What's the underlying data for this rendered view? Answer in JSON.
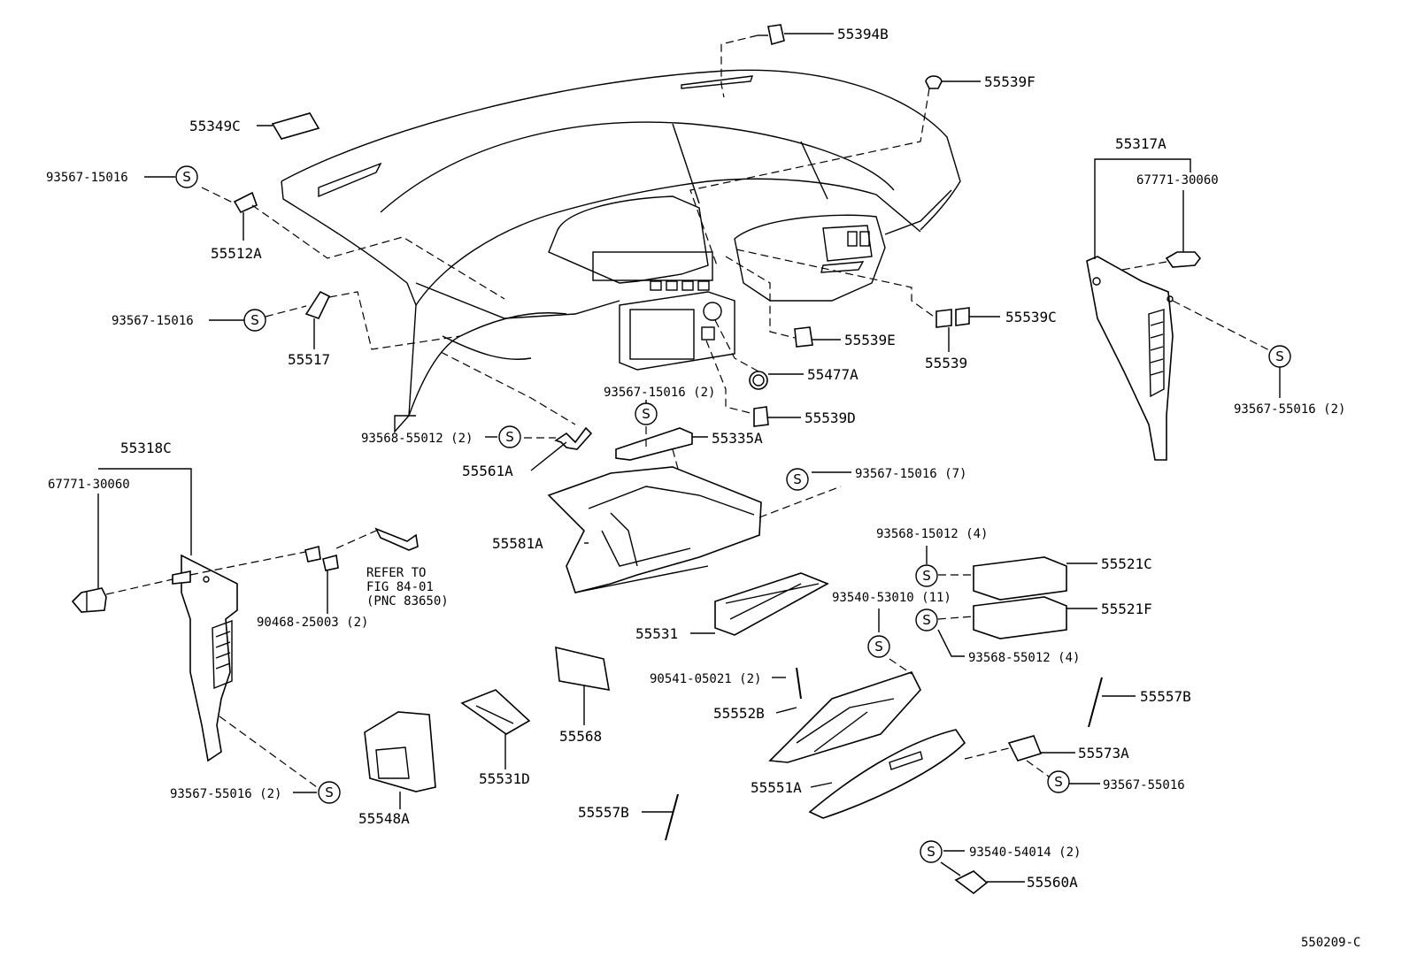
{
  "diagram_code": "550209-C",
  "s_mark": "S",
  "refer": {
    "line1": "REFER TO",
    "line2": "FIG 84-01",
    "line3": "(PNC 83650)"
  },
  "labels": {
    "p55394B": "55394B",
    "p55539F": "55539F",
    "p55349C": "55349C",
    "p93567_15016_a": "93567-15016",
    "p55512A": "55512A",
    "p93567_15016_b": "93567-15016",
    "p55517": "55517",
    "p55317A": "55317A",
    "p67771_30060_r": "67771-30060",
    "p55539C": "55539C",
    "p55539": "55539",
    "p55539E": "55539E",
    "p55477A": "55477A",
    "p93567_55016_2_r": "93567-55016 (2)",
    "p93567_15016_2": "93567-15016 (2)",
    "p55539D": "55539D",
    "p93568_55012_2": "93568-55012 (2)",
    "p55335A": "55335A",
    "p55561A": "55561A",
    "p55318C": "55318C",
    "p67771_30060_l": "67771-30060",
    "p93567_15016_7": "93567-15016 (7)",
    "p55581A": "55581A",
    "p93568_15012_4": "93568-15012 (4)",
    "p55521C": "55521C",
    "p93540_53010_11": "93540-53010 (11)",
    "p55521F": "55521F",
    "p90468_25003_2": "90468-25003 (2)",
    "p55531": "55531",
    "p93568_55012_4": "93568-55012 (4)",
    "p90541_05021_2": "90541-05021 (2)",
    "p55557B_r": "55557B",
    "p55552B": "55552B",
    "p55568": "55568",
    "p55573A": "55573A",
    "p55531D": "55531D",
    "p55551A": "55551A",
    "p93567_55016": "93567-55016",
    "p93567_55016_2_l": "93567-55016 (2)",
    "p55548A": "55548A",
    "p55557B_b": "55557B",
    "p93540_54014_2": "93540-54014 (2)",
    "p55560A": "55560A"
  }
}
